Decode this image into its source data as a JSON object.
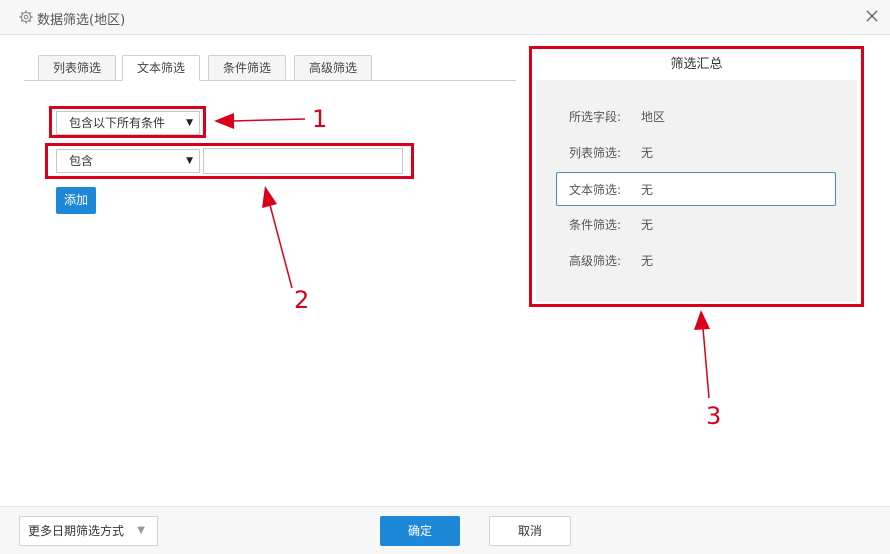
{
  "dialog": {
    "title": "数据筛选(地区)",
    "icons": {
      "settings": "gear-icon",
      "close": "close-icon"
    }
  },
  "tabs": [
    {
      "label": "列表筛选",
      "active": false
    },
    {
      "label": "文本筛选",
      "active": true
    },
    {
      "label": "条件筛选",
      "active": false
    },
    {
      "label": "高级筛选",
      "active": false
    }
  ],
  "text_filter": {
    "match_mode": "包含以下所有条件",
    "operator": "包含",
    "value": "",
    "add_label": "添加"
  },
  "summary": {
    "title": "筛选汇总",
    "rows": [
      {
        "label": "所选字段:",
        "value": "地区",
        "active": false
      },
      {
        "label": "列表筛选:",
        "value": "无",
        "active": false
      },
      {
        "label": "文本筛选:",
        "value": "无",
        "active": true
      },
      {
        "label": "条件筛选:",
        "value": "无",
        "active": false
      },
      {
        "label": "高级筛选:",
        "value": "无",
        "active": false
      }
    ]
  },
  "callouts": [
    "1",
    "2",
    "3"
  ],
  "footer": {
    "more_date_label": "更多日期筛选方式",
    "ok_label": "确定",
    "cancel_label": "取消"
  },
  "colors": {
    "accent": "#1e88d8",
    "annotation": "#d9001b"
  }
}
